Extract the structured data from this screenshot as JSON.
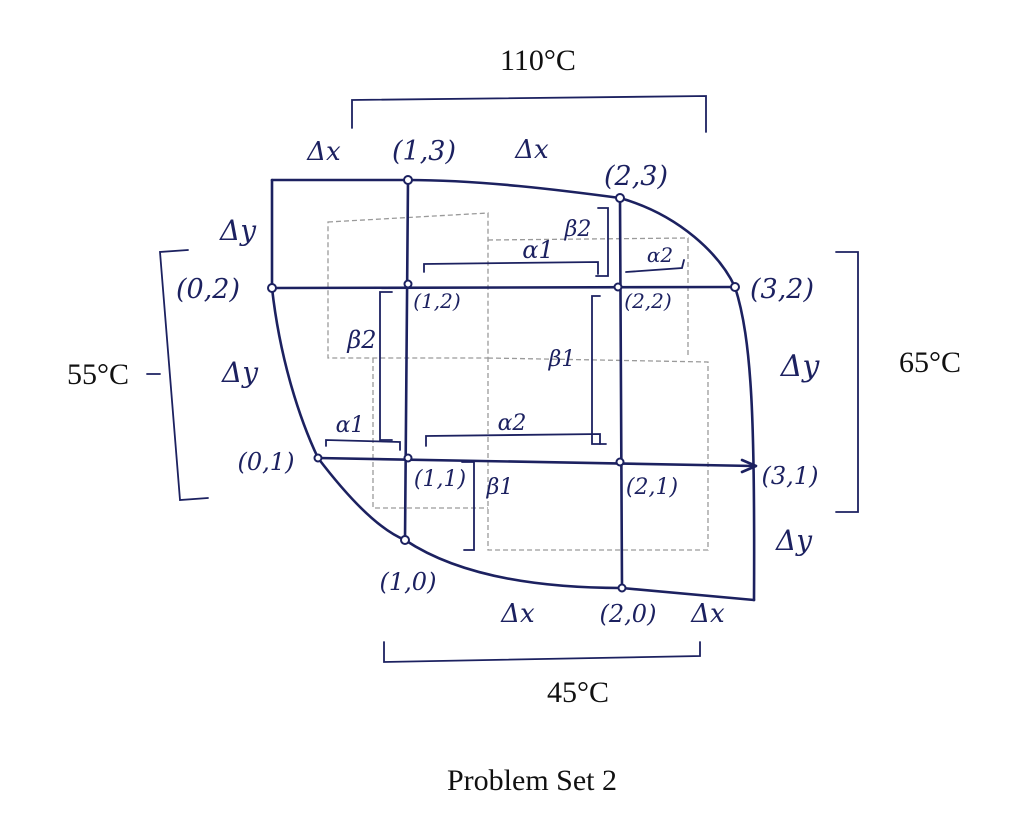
{
  "temperatures": {
    "top": "110°C",
    "left": "55°C",
    "right": "65°C",
    "bottom": "45°C"
  },
  "caption": "Problem Set 2",
  "nodes": {
    "n13": "(1,3)",
    "n23": "(2,3)",
    "n02": "(0,2)",
    "n12": "(1,2)",
    "n22": "(2,2)",
    "n32": "(3,2)",
    "n01": "(0,1)",
    "n11": "(1,1)",
    "n21": "(2,1)",
    "n31": "(3,1)",
    "n10": "(1,0)",
    "n20": "(2,0)"
  },
  "spacing": {
    "dx_top_left": "Δx",
    "dx_top_right": "Δx",
    "dx_bottom_left": "Δx",
    "dx_bottom_right": "Δx",
    "dy_left_top": "Δy",
    "dy_left_mid": "Δy",
    "dy_right_mid": "Δy",
    "dy_right_bottom": "Δy"
  },
  "fractions": {
    "alpha1_top": "α1",
    "alpha2_top": "α2",
    "beta2_top": "β2",
    "beta2_mid": "β2",
    "beta1_mid": "β1",
    "alpha1_mid": "α1",
    "alpha2_mid": "α2",
    "beta1_bottom": "β1"
  },
  "colors": {
    "ink": "#1c2160",
    "cell_lines": "#9a9a9a",
    "background": "#ffffff"
  }
}
